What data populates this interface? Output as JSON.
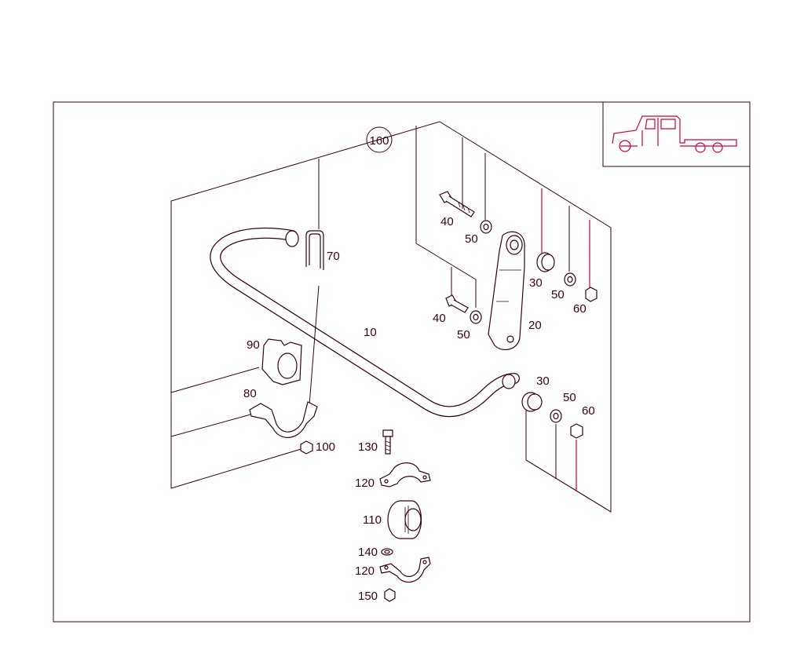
{
  "callouts": {
    "c160": "160",
    "c10": "10",
    "c20": "20",
    "c30a": "30",
    "c30b": "30",
    "c40a": "40",
    "c40b": "40",
    "c50a": "50",
    "c50b": "50",
    "c50c": "50",
    "c50d": "50",
    "c60a": "60",
    "c60b": "60",
    "c70": "70",
    "c80": "80",
    "c90": "90",
    "c100": "100",
    "c110": "110",
    "c120a": "120",
    "c120b": "120",
    "c130": "130",
    "c140": "140",
    "c150": "150"
  },
  "colors": {
    "line": "#3a0010",
    "leader": "#d0003a",
    "background": "#ffffff"
  }
}
